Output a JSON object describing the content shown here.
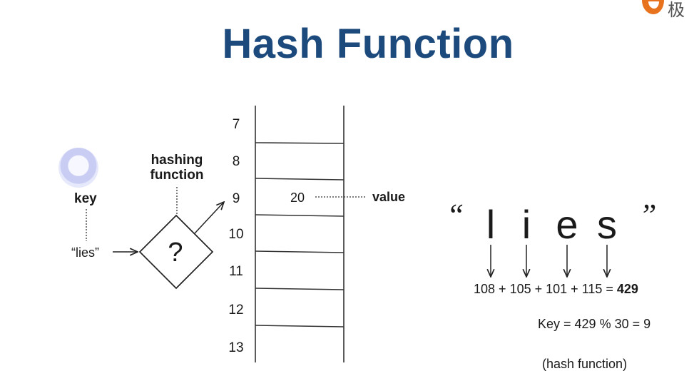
{
  "title": "Hash Function",
  "logo_text": "极",
  "key_label": "key",
  "hashing_function_label": "hashing function",
  "key_value": "“lies”",
  "function_symbol": "?",
  "table": {
    "indices": [
      "7",
      "8",
      "9",
      "10",
      "11",
      "12",
      "13"
    ],
    "stored_value": "20",
    "value_label": "value"
  },
  "word": {
    "open_quote": "“",
    "close_quote": "”",
    "letters": [
      "l",
      "i",
      "e",
      "s"
    ],
    "codes": [
      "108",
      "105",
      "101",
      "115"
    ],
    "total": "429"
  },
  "key_calc": "Key = 429 % 30 = 9",
  "note": "(hash function)",
  "colors": {
    "title": "#1d4a7c",
    "line": "#222222",
    "logo": "#e8731f"
  }
}
